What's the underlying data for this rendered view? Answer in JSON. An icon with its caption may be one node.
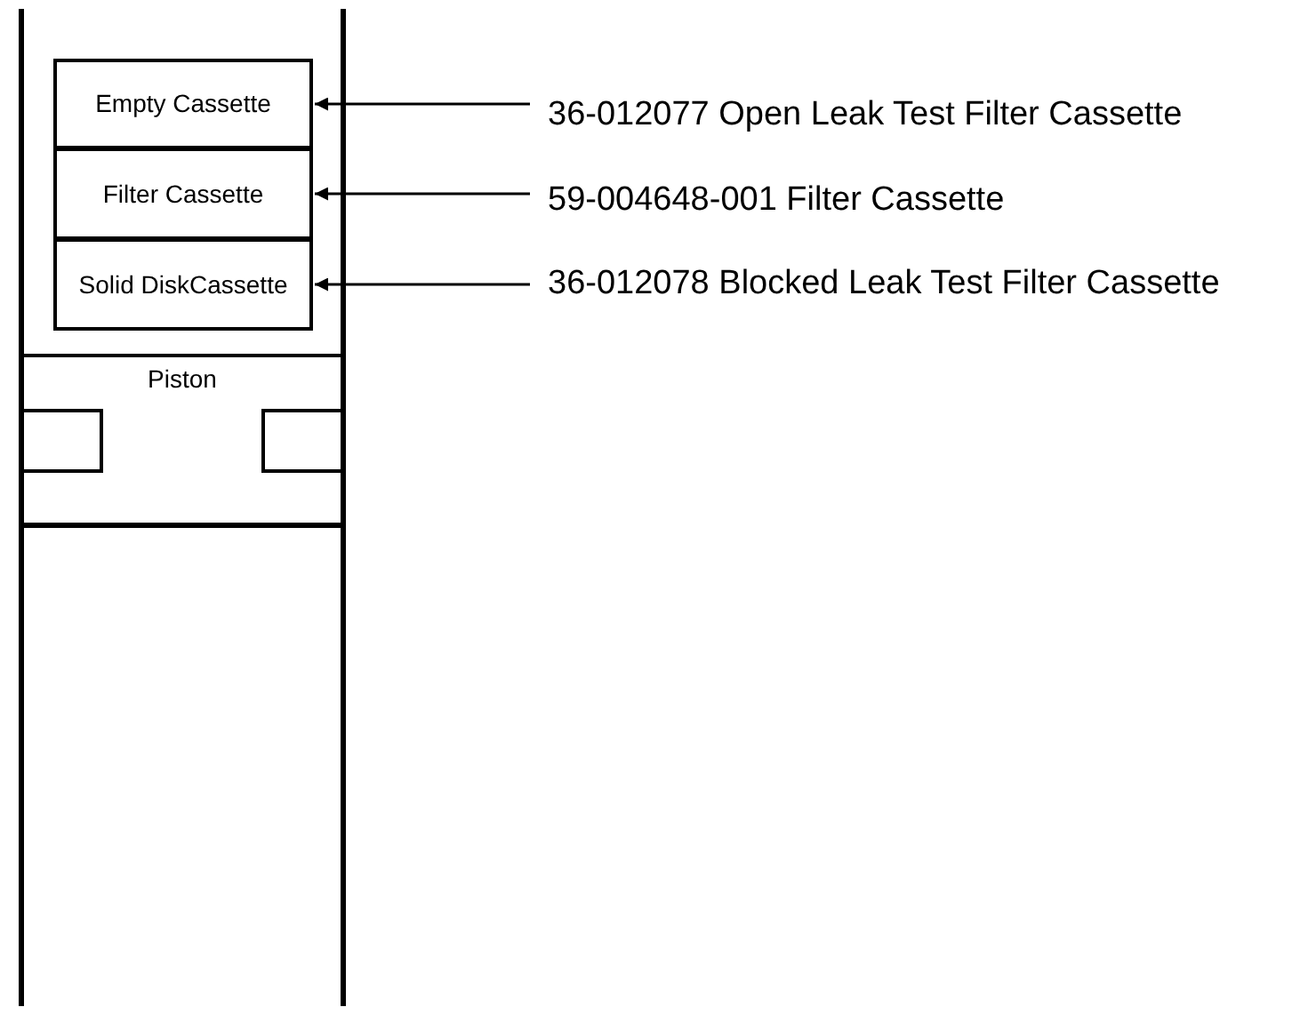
{
  "diagram": {
    "nodes": [
      {
        "text": [
          "Empty Cassette"
        ]
      },
      {
        "text": [
          "Filter Cassette"
        ]
      },
      {
        "text": [
          "Solid DiskCassette"
        ]
      },
      {
        "text": [
          "Piston"
        ]
      },
      {
        "text": [
          "36-012077 Open Leak Test Filter Cassette"
        ]
      },
      {
        "text": [
          "59-004648-001 Filter Cassette"
        ]
      },
      {
        "text": [
          "36-012078 Blocked Leak Test Filter Cassette"
        ]
      }
    ],
    "edges": [
      {
        "from": 4,
        "to": 0,
        "arrow": "to"
      },
      {
        "from": 5,
        "to": 1,
        "arrow": "to"
      },
      {
        "from": 6,
        "to": 2,
        "arrow": "to"
      }
    ]
  }
}
